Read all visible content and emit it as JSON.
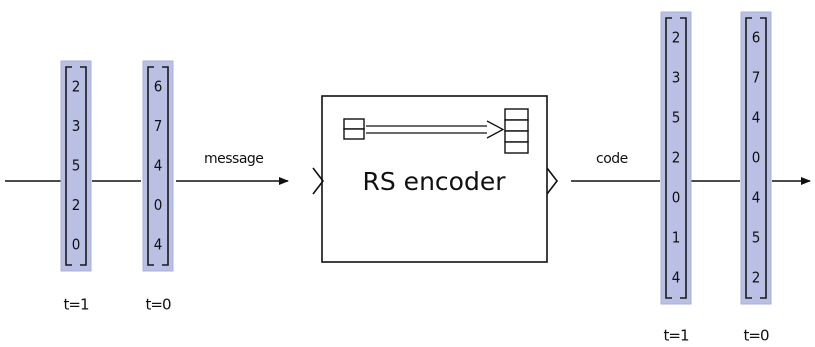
{
  "input": {
    "signal_label": "message",
    "vectors": [
      {
        "time_label": "t=1",
        "values": [
          "2",
          "3",
          "5",
          "2",
          "0"
        ]
      },
      {
        "time_label": "t=0",
        "values": [
          "6",
          "7",
          "4",
          "0",
          "4"
        ]
      }
    ]
  },
  "block": {
    "title": "RS encoder",
    "icon": "vector-transform-icon"
  },
  "output": {
    "signal_label": "code",
    "vectors": [
      {
        "time_label": "t=1",
        "values": [
          "2",
          "3",
          "5",
          "2",
          "0",
          "1",
          "4"
        ]
      },
      {
        "time_label": "t=0",
        "values": [
          "6",
          "7",
          "4",
          "0",
          "4",
          "5",
          "2"
        ]
      }
    ]
  },
  "colors": {
    "vector_fill": "#b9c0e4",
    "line": "#111111"
  }
}
